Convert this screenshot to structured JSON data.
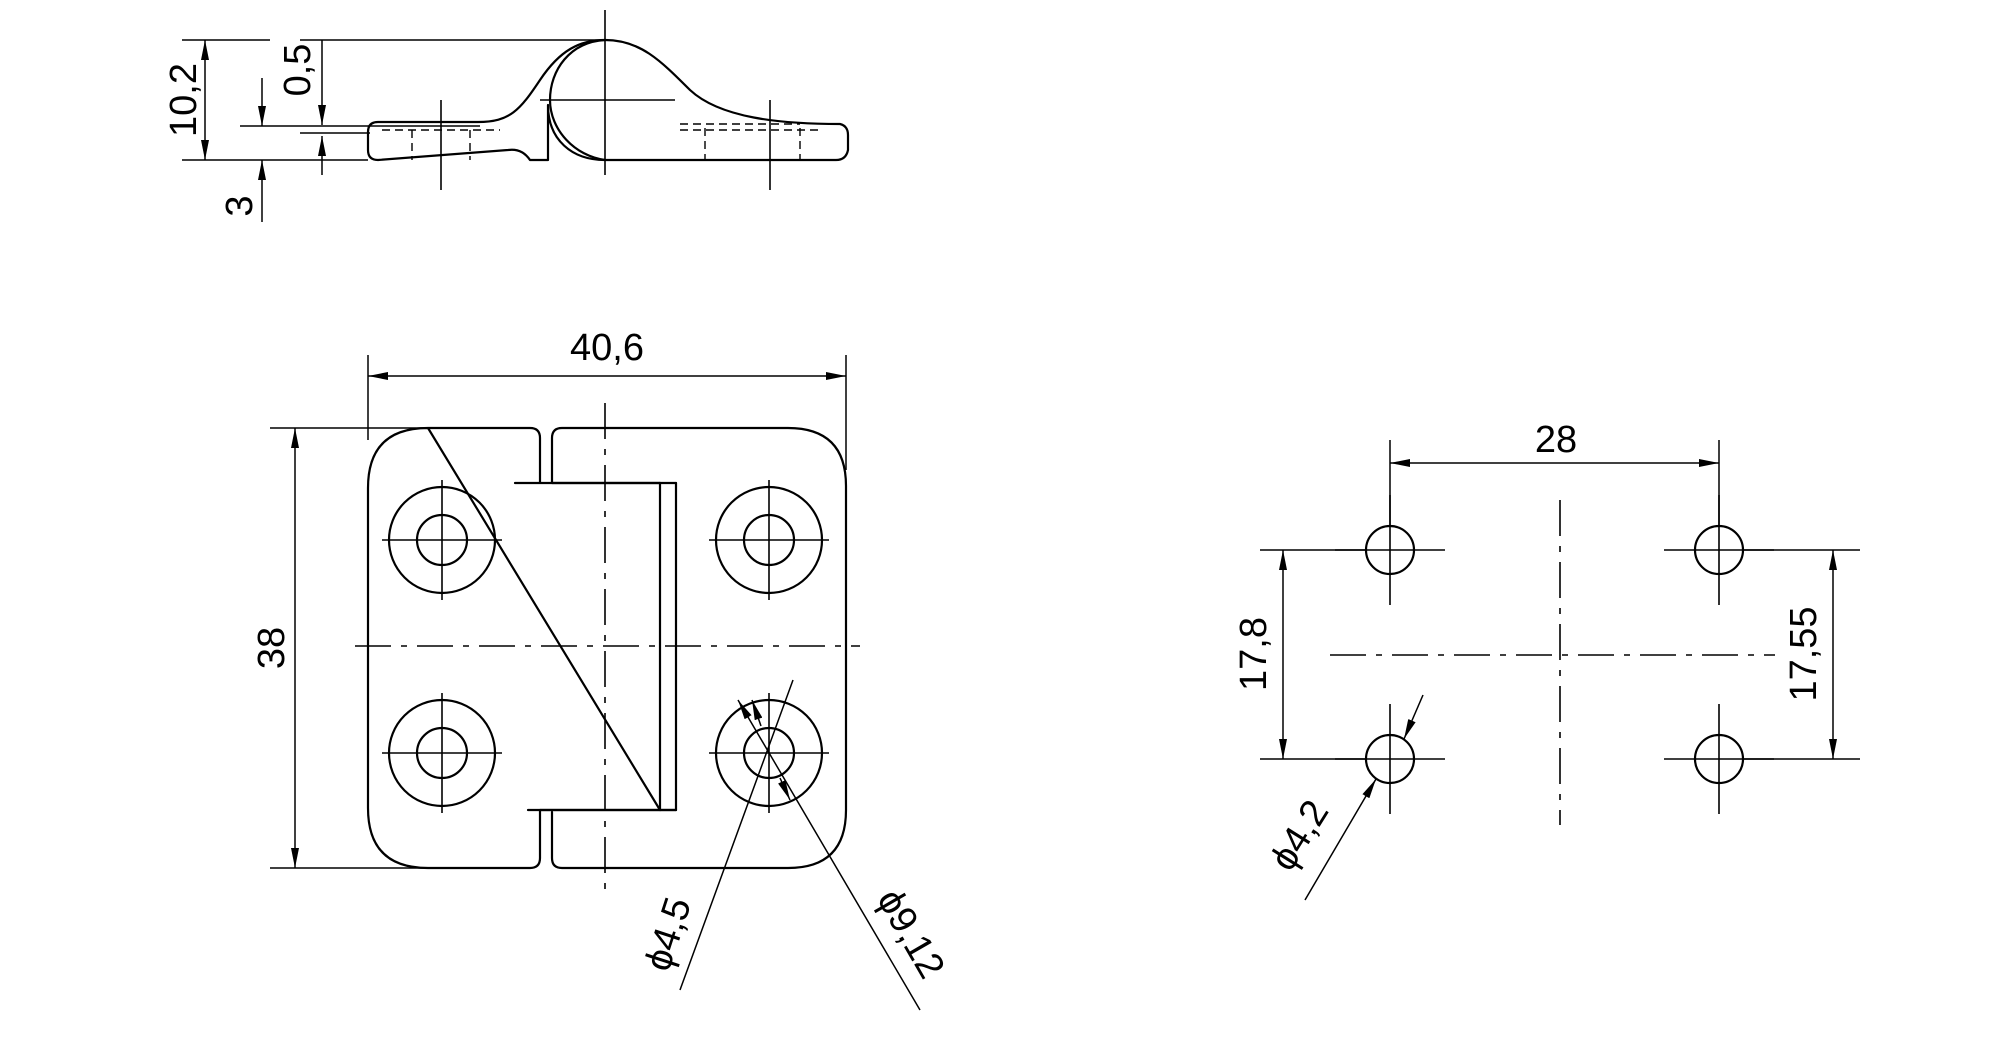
{
  "diagram": {
    "side_view": {
      "dim_total_height": "10,2",
      "dim_offset": "0,5",
      "dim_thickness": "3"
    },
    "top_view": {
      "dim_width": "40,6",
      "dim_height": "38",
      "dim_hole_dia": "ϕ4,5",
      "dim_counterbore_dia": "ϕ9,12"
    },
    "hole_pattern": {
      "dim_horizontal_spacing": "28",
      "dim_vertical_left": "17,8",
      "dim_vertical_right": "17,55",
      "dim_hole_dia": "ϕ4,2"
    }
  }
}
